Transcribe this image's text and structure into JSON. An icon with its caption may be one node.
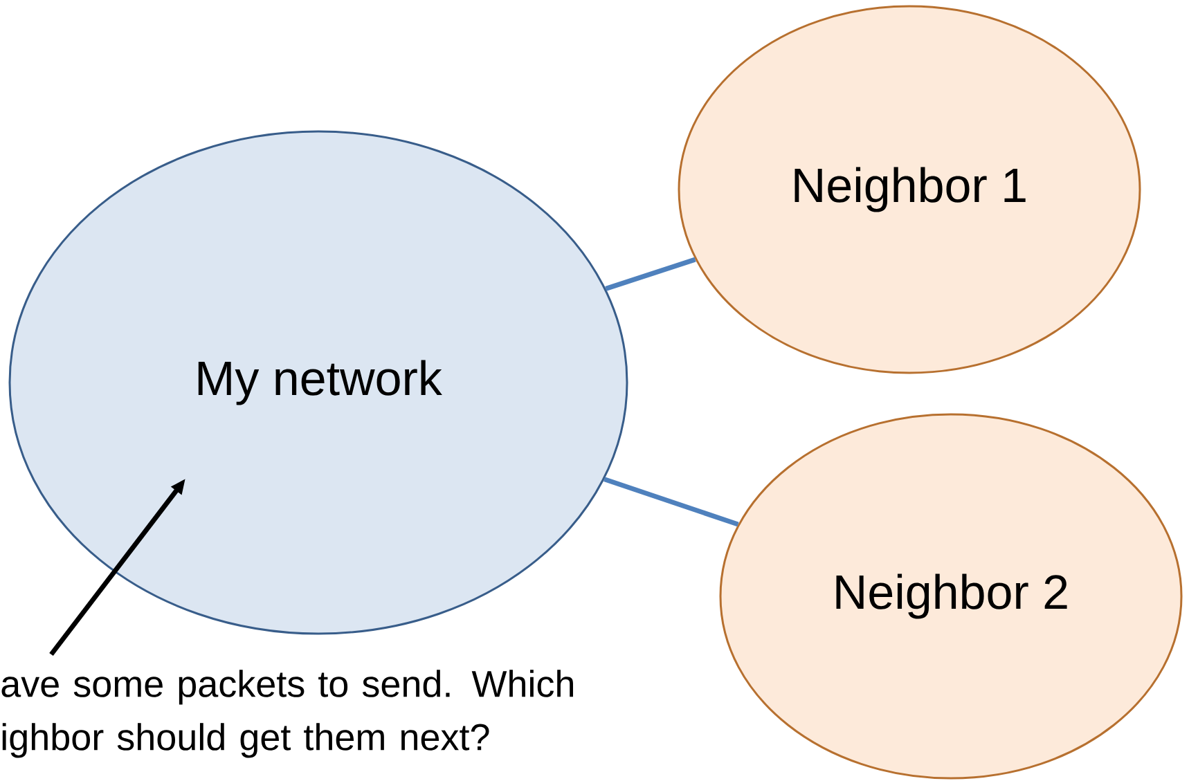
{
  "diagram": {
    "nodes": [
      {
        "text": [
          "My network"
        ]
      },
      {
        "text": [
          "Neighbor 1"
        ]
      },
      {
        "text": [
          "Neighbor 2"
        ]
      },
      {
        "text": [
          "ave some packets to send. Which ighbor should get them next?"
        ]
      }
    ],
    "edges": [
      {
        "from": 0,
        "to": 1,
        "arrow": "none"
      },
      {
        "from": 0,
        "to": 2,
        "arrow": "none"
      },
      {
        "from": 3,
        "to": 0,
        "arrow": "to",
        "color": "#000000"
      }
    ]
  }
}
